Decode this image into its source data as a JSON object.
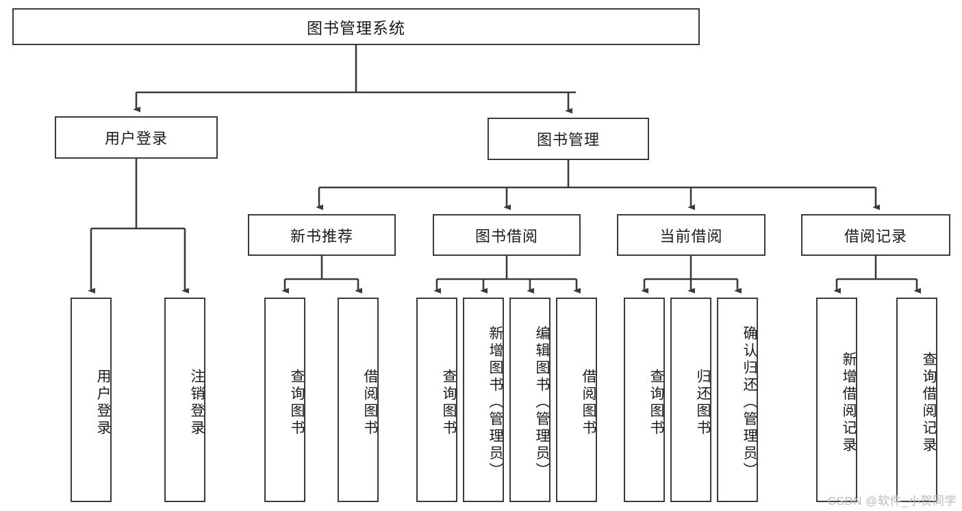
{
  "diagram": {
    "type": "tree-hierarchy-chart",
    "title": "图书管理系统",
    "stroke_color": "#3a3a3a",
    "background_color": "#ffffff",
    "text_color": "#1b1b1b",
    "watermark": "CSDN @软件_小贺同学",
    "levels": {
      "root": {
        "label": "图书管理系统"
      },
      "level2": [
        {
          "id": "user-login",
          "label": "用户登录"
        },
        {
          "id": "book-manage",
          "label": "图书管理"
        }
      ],
      "level3": [
        {
          "id": "new-book-recommend",
          "label": "新书推荐",
          "parent": "book-manage"
        },
        {
          "id": "book-borrow",
          "label": "图书借阅",
          "parent": "book-manage"
        },
        {
          "id": "current-borrow",
          "label": "当前借阅",
          "parent": "book-manage"
        },
        {
          "id": "borrow-record",
          "label": "借阅记录",
          "parent": "book-manage"
        }
      ],
      "leaves": [
        {
          "id": "leaf-user-login",
          "label": "用户登录",
          "parent": "user-login"
        },
        {
          "id": "leaf-logout-login",
          "label": "注销登录",
          "parent": "user-login"
        },
        {
          "id": "leaf-query-book-1",
          "label": "查询图书",
          "parent": "new-book-recommend"
        },
        {
          "id": "leaf-borrow-book-1",
          "label": "借阅图书",
          "parent": "new-book-recommend"
        },
        {
          "id": "leaf-query-book-2",
          "label": "查询图书",
          "parent": "book-borrow"
        },
        {
          "id": "leaf-add-book",
          "label": "新增图书（管理员）",
          "parent": "book-borrow"
        },
        {
          "id": "leaf-edit-book",
          "label": "编辑图书（管理员）",
          "parent": "book-borrow"
        },
        {
          "id": "leaf-borrow-book-2",
          "label": "借阅图书",
          "parent": "book-borrow"
        },
        {
          "id": "leaf-query-book-3",
          "label": "查询图书",
          "parent": "current-borrow"
        },
        {
          "id": "leaf-return-book",
          "label": "归还图书",
          "parent": "current-borrow"
        },
        {
          "id": "leaf-confirm-return",
          "label": "确认归还（管理员）",
          "parent": "current-borrow"
        },
        {
          "id": "leaf-add-record",
          "label": "新增借阅记录",
          "parent": "borrow-record"
        },
        {
          "id": "leaf-query-record",
          "label": "查询借阅记录",
          "parent": "borrow-record"
        }
      ]
    }
  }
}
